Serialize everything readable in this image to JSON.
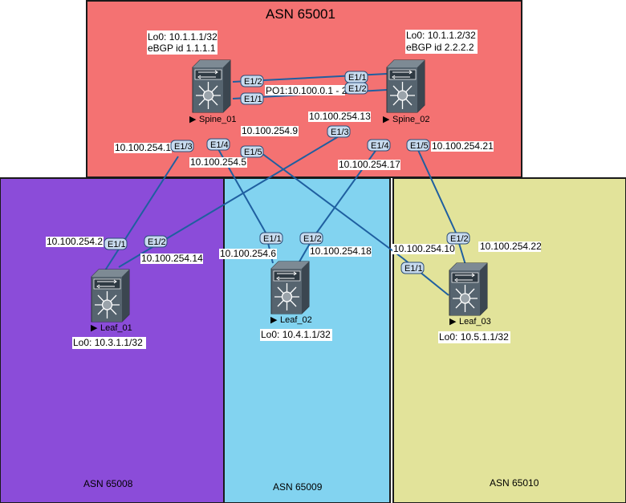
{
  "colors": {
    "asn65001_bg": "#f47272",
    "asn65008_bg": "#8b4cd9",
    "asn65009_bg": "#82d3f0",
    "asn65010_bg": "#e2e39a",
    "link": "#1f5fa0",
    "device_body": "#56646f"
  },
  "zones": {
    "asn65001": "ASN 65001",
    "asn65008": "ASN 65008",
    "asn65009": "ASN 65009",
    "asn65010": "ASN 65010"
  },
  "devices": {
    "spine_01": {
      "name": "Spine_01",
      "icon": "nexus-switch-icon",
      "lo0": "Lo0: 10.1.1.1/32",
      "bgp": "eBGP id 1.1.1.1"
    },
    "spine_02": {
      "name": "Spine_02",
      "icon": "nexus-switch-icon",
      "lo0": "Lo0: 10.1.1.2/32",
      "bgp": "eBGP id 2.2.2.2"
    },
    "leaf_01": {
      "name": "Leaf_01",
      "icon": "nexus-switch-icon",
      "lo0": "Lo0: 10.3.1.1/32"
    },
    "leaf_02": {
      "name": "Leaf_02",
      "icon": "nexus-switch-icon",
      "lo0": "Lo0: 10.4.1.1/32"
    },
    "leaf_03": {
      "name": "Leaf_03",
      "icon": "nexus-switch-icon",
      "lo0": "Lo0: 10.5.1.1/32"
    }
  },
  "port_channel": "PO1:10.100.0.1 - 2",
  "ports": {
    "s1_e1_2": "E1/2",
    "s1_e1_1": "E1/1",
    "s1_e1_3": "E1/3",
    "s1_e1_4": "E1/4",
    "s1_e1_5": "E1/5",
    "s2_e1_1": "E1/1",
    "s2_e1_2": "E1/2",
    "s2_e1_3": "E1/3",
    "s2_e1_4": "E1/4",
    "s2_e1_5": "E1/5",
    "l1_e1_1": "E1/1",
    "l1_e1_2": "E1/2",
    "l2_e1_1": "E1/1",
    "l2_e1_2": "E1/2",
    "l3_e1_1": "E1/1",
    "l3_e1_2": "E1/2"
  },
  "ips": {
    "s1_e13": "10.100.254.1",
    "s1_e15": "10.100.254.9",
    "s1_e14": "10.100.254.5",
    "s2_e13": "10.100.254.13",
    "s2_e14": "10.100.254.17",
    "s2_e15": "10.100.254.21",
    "l1_e11": "10.100.254.2",
    "l1_e12": "10.100.254.14",
    "l2_e11": "10.100.254.6",
    "l2_e12": "10.100.254.18",
    "l3_e11": "10.100.254.10",
    "l3_e12": "10.100.254.22"
  }
}
